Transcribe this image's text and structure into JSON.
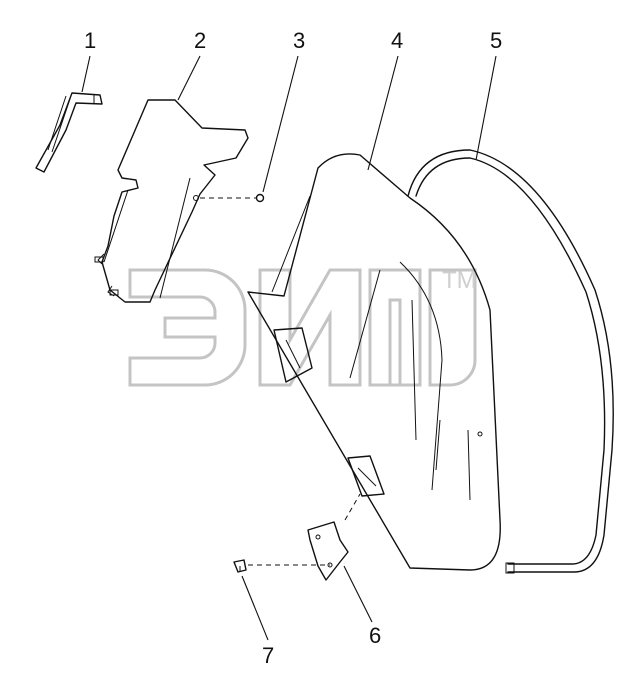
{
  "diagram": {
    "callouts": [
      {
        "id": "1",
        "label": "1"
      },
      {
        "id": "2",
        "label": "2"
      },
      {
        "id": "3",
        "label": "3"
      },
      {
        "id": "4",
        "label": "4"
      },
      {
        "id": "5",
        "label": "5"
      },
      {
        "id": "6",
        "label": "6"
      },
      {
        "id": "7",
        "label": "7"
      }
    ],
    "watermark": {
      "mark": "TM"
    },
    "colors": {
      "line": "#111111",
      "watermark": "#c4c4c4",
      "background": "#ffffff"
    }
  }
}
